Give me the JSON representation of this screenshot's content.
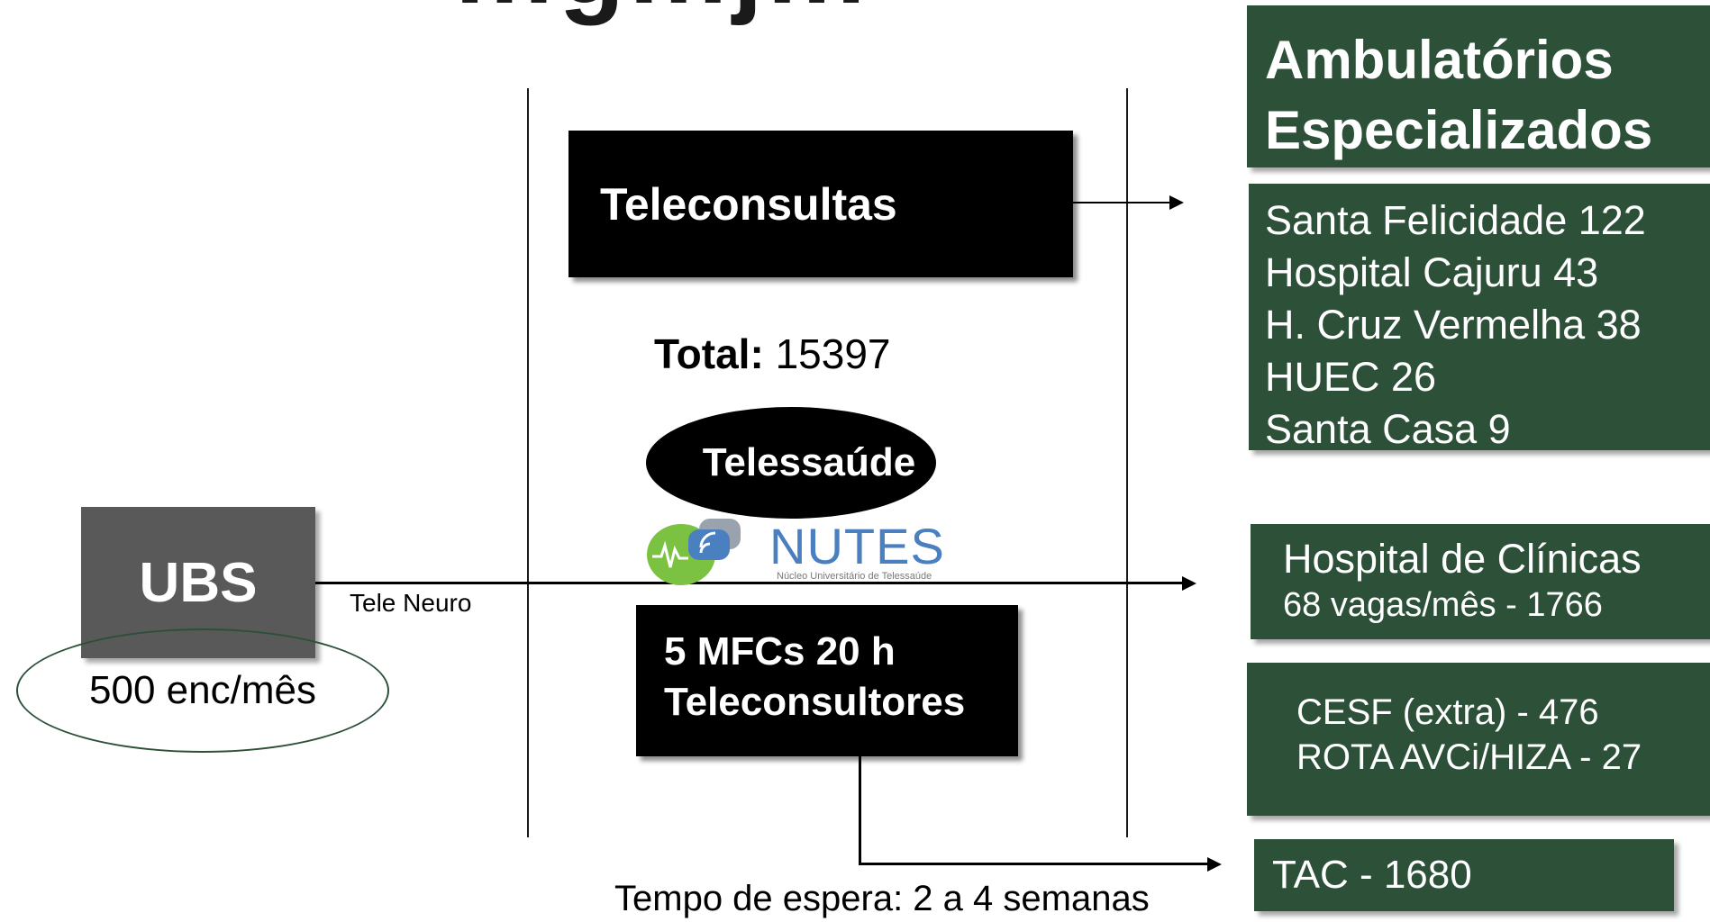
{
  "title_fragment": "…g…j…",
  "colors": {
    "green": "#2d5039",
    "ubs_gray": "#595959",
    "ellipse_border": "#2d5039"
  },
  "ubs": {
    "label": "UBS",
    "volume": "500 enc/mês",
    "line_label": "Tele Neuro"
  },
  "teleconsultas": {
    "label": "Teleconsultas"
  },
  "total": {
    "label": "Total:",
    "value": "15397"
  },
  "telessaude": {
    "label": "Telessaúde"
  },
  "nutes": {
    "name": "NUTES",
    "subtitle": "Núcleo Universitário de Telessaúde"
  },
  "consultores": {
    "line1": "5 MFCs 20 h",
    "line2": "Teleconsultores"
  },
  "wait": {
    "text": "Tempo de espera: 2 a 4 semanas"
  },
  "ambulatorios": {
    "title_line1": "Ambulatórios",
    "title_line2": "Especializados",
    "items": [
      "Santa Felicidade 122",
      "Hospital Cajuru 43",
      "H. Cruz Vermelha 38",
      "HUEC 26",
      "Santa Casa 9"
    ]
  },
  "hc": {
    "line1": "Hospital de Clínicas",
    "line2": "68 vagas/mês - 1766"
  },
  "cesf": {
    "line1": "CESF (extra) - 476",
    "line2": "ROTA  AVCi/HIZA - 27"
  },
  "tac": {
    "label": "TAC - 1680"
  }
}
